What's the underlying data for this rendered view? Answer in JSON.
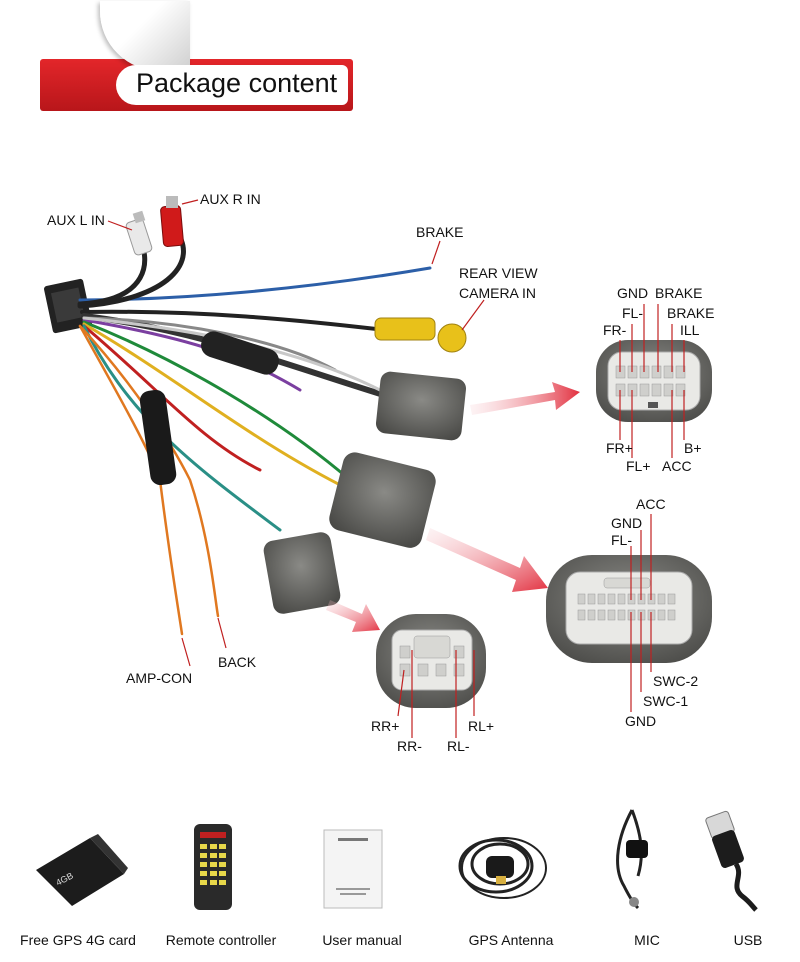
{
  "header": {
    "title": "Package content"
  },
  "harness_labels": {
    "aux_l_in": "AUX L IN",
    "aux_r_in": "AUX R IN",
    "brake": "BRAKE",
    "rear_view": "REAR VIEW",
    "camera_in": "CAMERA IN",
    "amp_con": "AMP-CON",
    "back": "BACK"
  },
  "connector_a": {
    "top": [
      "GND",
      "BRAKE",
      "FL-",
      "BRAKE",
      "FR-",
      "ILL"
    ],
    "bottom": [
      "FR+",
      "B+",
      "FL+",
      "ACC"
    ]
  },
  "connector_b": {
    "top": [
      "ACC",
      "GND",
      "FL-"
    ],
    "bottom": [
      "SWC-2",
      "SWC-1",
      "GND"
    ]
  },
  "connector_c": {
    "bottom": [
      "RR+",
      "RL+",
      "RR-",
      "RL-"
    ]
  },
  "accessories": [
    {
      "label": "Free GPS 4G card",
      "icon": "sd-card-icon"
    },
    {
      "label": "Remote controller",
      "icon": "remote-icon"
    },
    {
      "label": "User manual",
      "icon": "manual-icon"
    },
    {
      "label": "GPS Antenna",
      "icon": "gps-antenna-icon"
    },
    {
      "label": "MIC",
      "icon": "mic-icon"
    },
    {
      "label": "USB",
      "icon": "usb-cable-icon"
    }
  ],
  "card_text": "4GB"
}
